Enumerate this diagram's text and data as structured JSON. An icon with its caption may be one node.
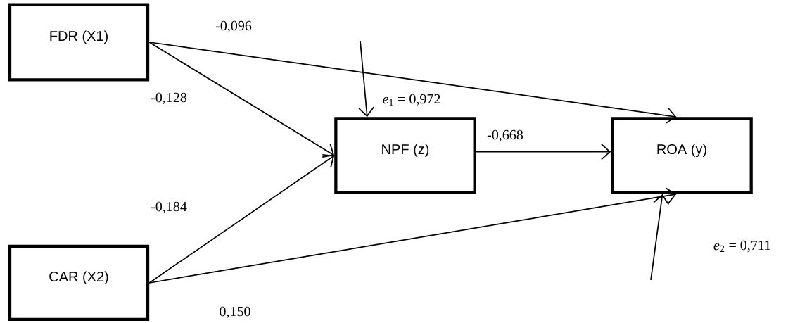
{
  "diagram": {
    "nodes": [
      {
        "text": [
          "FDR (X1)"
        ]
      },
      {
        "text": [
          "CAR (X2)"
        ]
      },
      {
        "text": [
          "NPF (z)"
        ]
      },
      {
        "text": [
          "ROA (y)"
        ]
      }
    ],
    "edges": [
      {
        "from": 0,
        "to": 3,
        "arrow": "to",
        "label": "-0,096"
      },
      {
        "from": 0,
        "to": 2,
        "arrow": "to",
        "label": "-0,128"
      },
      {
        "from": 1,
        "to": 2,
        "arrow": "to",
        "label": "-0,184"
      },
      {
        "from": 1,
        "to": 3,
        "arrow": "to",
        "label": "0,150"
      },
      {
        "from": 2,
        "to": 3,
        "arrow": "to",
        "label": "-0,668"
      },
      {
        "from": null,
        "to": 2,
        "arrow": "to",
        "label": "*e*$_{1}$ = 0,972"
      },
      {
        "from": null,
        "to": 3,
        "arrow": "to",
        "label": "*e*$_{2}$ = 0,711"
      }
    ]
  }
}
